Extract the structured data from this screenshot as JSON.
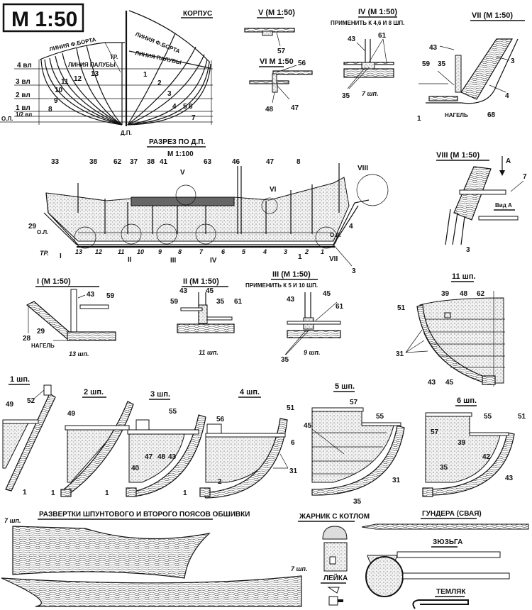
{
  "scale_box": "М 1:50",
  "body_plan": {
    "title": "КОРПУС",
    "sheer_line_left": "ЛИНИЯ Ф.БОРТА",
    "sheer_line_right": "ЛИНИЯ Ф.БОРТА",
    "deck_line_left": "ЛИНИЯ ПАЛУБЫ",
    "deck_line_right": "ЛИНИЯ ПАЛУБЫ",
    "transom": "ТР.",
    "waterlines": [
      "4 вл",
      "3 вл",
      "2 вл",
      "1 вл",
      "1/2 вл",
      "О.Л."
    ],
    "centerline": "Д.П.",
    "frames": [
      "1",
      "2",
      "3",
      "4",
      "5",
      "6",
      "7",
      "8",
      "9",
      "10",
      "11",
      "12",
      "13"
    ]
  },
  "detail_v": {
    "title": "V (М 1:50)",
    "labels": [
      "57"
    ]
  },
  "detail_vi": {
    "title": "VI М 1:50",
    "labels": [
      "56",
      "48",
      "47"
    ]
  },
  "detail_iv": {
    "title": "IV (М 1:50)",
    "note": "ПРИМЕНИТЬ К 4,6 И 8 ШП.",
    "labels": [
      "43",
      "61",
      "35"
    ],
    "frame": "7 шп."
  },
  "detail_vii": {
    "title": "VII (М 1:50)",
    "labels": [
      "43",
      "59",
      "35",
      "3",
      "4",
      "1",
      "68"
    ],
    "treenail": "НАГЕЛЬ"
  },
  "section": {
    "title": "РАЗРЕЗ ПО Д.П.",
    "scale": "М 1:100",
    "top_callouts": [
      "33",
      "38",
      "62",
      "37",
      "38",
      "41",
      "63",
      "46",
      "47",
      "8"
    ],
    "side_callouts": [
      "29",
      "4",
      "3",
      "1"
    ],
    "baseline_left": "О.Л.",
    "baseline_right": "О.Л.",
    "transom": "ТР.",
    "frame_numbers": [
      "13",
      "12",
      "11",
      "10",
      "9",
      "8",
      "7",
      "6",
      "5",
      "4",
      "3",
      "2",
      "1"
    ],
    "detail_markers": [
      "I",
      "II",
      "III",
      "IV",
      "V",
      "VI",
      "VII",
      "VIII"
    ]
  },
  "detail_viii": {
    "title": "VIII (М 1:50)",
    "arrow": "А",
    "labels": [
      "7",
      "3"
    ],
    "view": "Вид А"
  },
  "detail_i": {
    "title": "I (М 1:50)",
    "labels": [
      "43",
      "59",
      "28",
      "29"
    ],
    "treenail": "НАГЕЛЬ",
    "frame": "13 шп."
  },
  "detail_ii": {
    "title": "II (М 1:50)",
    "labels": [
      "43",
      "45",
      "59",
      "35",
      "61"
    ],
    "frame": "11 шп."
  },
  "detail_iii": {
    "title": "III (М 1:50)",
    "note": "ПРИМЕНИТЬ К 5 И 10 ШП.",
    "labels": [
      "43",
      "45",
      "61",
      "35"
    ],
    "frame": "9 шп."
  },
  "frame_11": {
    "title": "11 шп.",
    "labels": [
      "51",
      "39",
      "48",
      "62",
      "31",
      "43",
      "45"
    ]
  },
  "frame_1": {
    "title": "1 шп.",
    "labels": [
      "49",
      "52",
      "1"
    ]
  },
  "frame_2": {
    "title": "2 шп.",
    "labels": [
      "49",
      "1"
    ]
  },
  "frame_3": {
    "title": "3 шп.",
    "labels": [
      "55",
      "47",
      "48",
      "43",
      "40",
      "1"
    ]
  },
  "frame_4": {
    "title": "4 шп.",
    "labels": [
      "56",
      "51",
      "6",
      "31",
      "2",
      "1"
    ]
  },
  "frame_5": {
    "title": "5 шп.",
    "labels": [
      "57",
      "55",
      "45",
      "31",
      "35"
    ]
  },
  "frame_6": {
    "title": "6 шп.",
    "labels": [
      "57",
      "55",
      "51",
      "39",
      "42",
      "35",
      "43"
    ]
  },
  "planking": {
    "title": "РАЗВЕРТКИ ШПУНТОВОГО И ВТОРОГО ПОЯСОВ ОБШИВКИ",
    "frame_a": "7 шп.",
    "frame_b": "7 шп."
  },
  "tools": {
    "brazier": "ЖАРНИК С КОТЛОМ",
    "watering_can": "ЛЕЙКА",
    "pole": "ГУНДЕРА (СВАЯ)",
    "bailer": "ЗЮЗЬГА",
    "strap": "ТЕМЛЯК"
  }
}
